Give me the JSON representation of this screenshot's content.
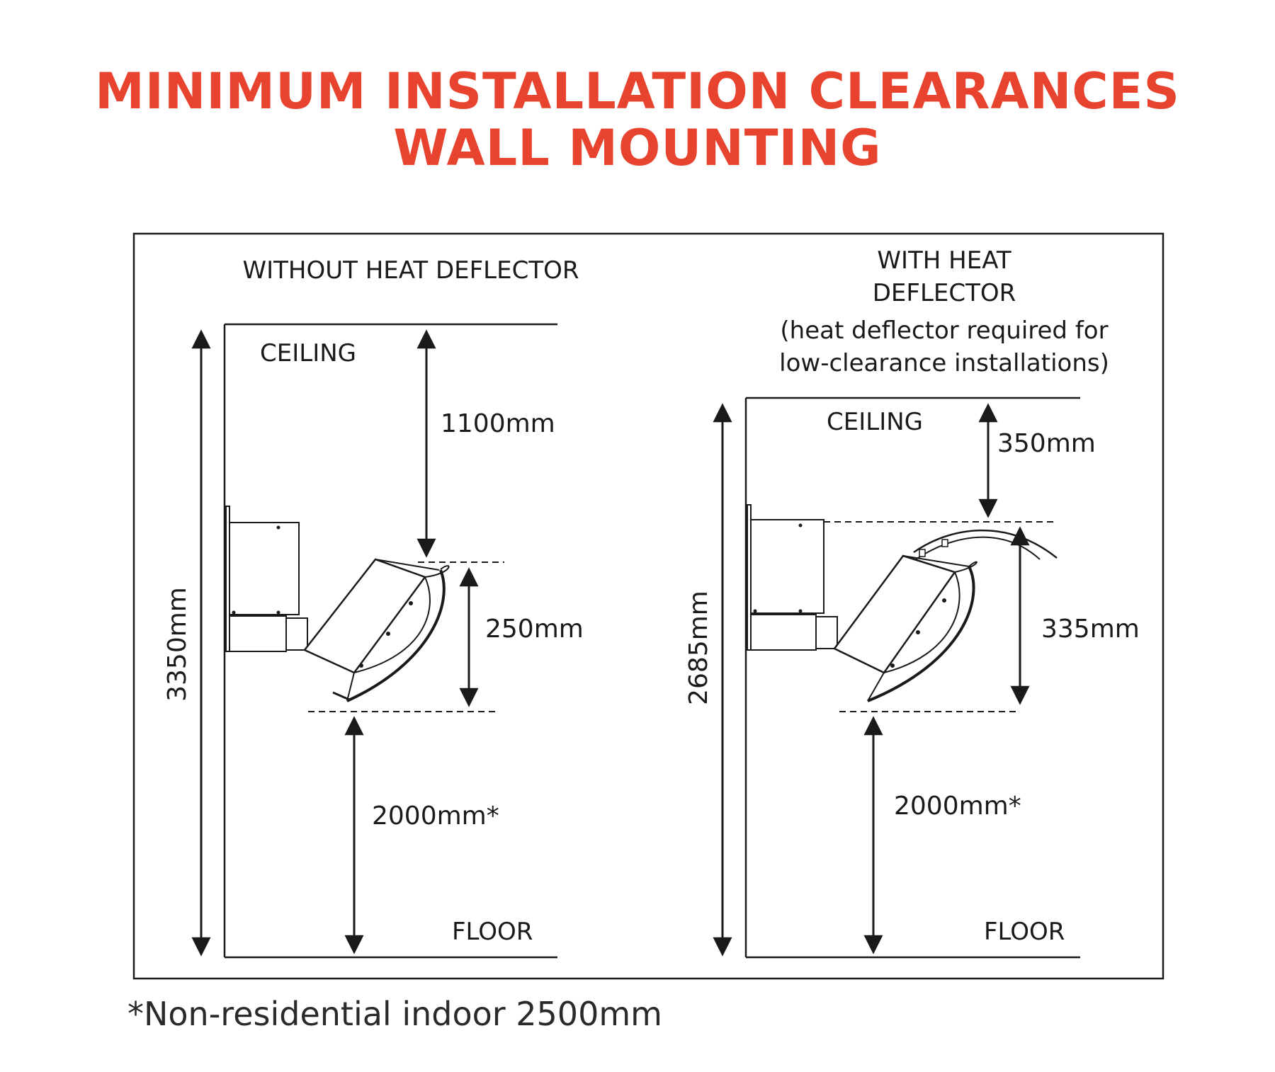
{
  "title": {
    "line1": "MINIMUM INSTALLATION CLEARANCES",
    "line2": "WALL MOUNTING",
    "color": "#e8432f"
  },
  "left_panel": {
    "heading": "WITHOUT HEAT DEFLECTOR",
    "ceiling": "CEILING",
    "floor": "FLOOR",
    "dim_total": "3350mm",
    "dim_top": "1100mm",
    "dim_heater": "250mm",
    "dim_bottom": "2000mm*"
  },
  "right_panel": {
    "heading_line1": "WITH HEAT",
    "heading_line2": "DEFLECTOR",
    "note_line1": "(heat deflector required for",
    "note_line2": "low-clearance installations)",
    "ceiling": "CEILING",
    "floor": "FLOOR",
    "dim_total": "2685mm",
    "dim_top": "350mm",
    "dim_heater": "335mm",
    "dim_bottom": "2000mm*"
  },
  "footnote": "*Non-residential indoor 2500mm"
}
